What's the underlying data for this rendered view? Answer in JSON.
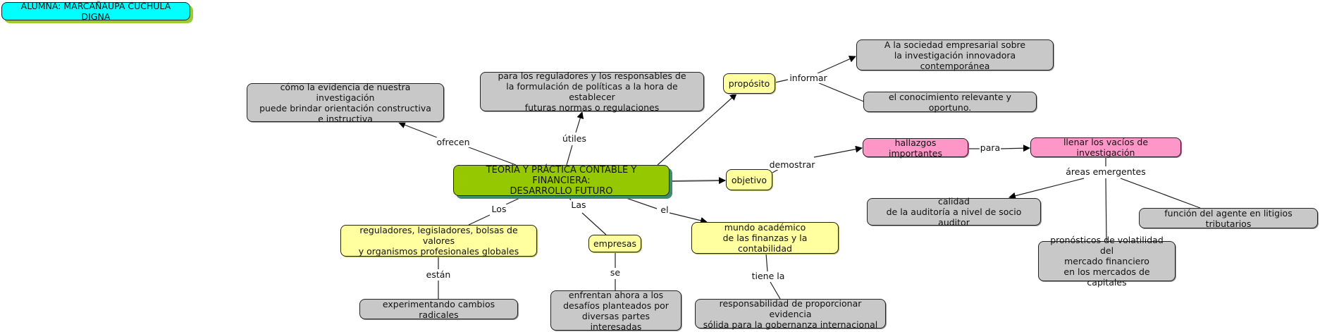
{
  "student": "ALUMNA: MARCAÑAUPA CUCHULA DIGNA",
  "colors": {
    "central": "#96c800",
    "yellow": "#ffff9f",
    "grey": "#c8c8c8",
    "pink": "#ff96c8",
    "title": "#00ffff"
  },
  "nodes": {
    "central": "TEORÍA Y PRÁCTICA CONTABLE Y FINANCIERA:\nDESARROLLO FUTURO",
    "como": "cómo la evidencia de nuestra investigación\npuede brindar orientación constructiva\ne instructiva",
    "para_reguladores": "para los reguladores y los responsables de\nla formulación de políticas a la hora de establecer\nfuturas normas o regulaciones",
    "proposito": "propósito",
    "sociedad": "A la sociedad empresarial sobre\nla investigación innovadora contemporánea",
    "conocimiento": "el conocimiento relevante y oportuno.",
    "objetivo": "objetivo",
    "hallazgos": "hallazgos importantes",
    "llenar": "llenar los vacíos de investigación",
    "calidad": "calidad\nde la auditoría a nivel de socio auditor",
    "funcion": "función del agente en litigios tributarios",
    "pronosticos": "pronósticos de volatilidad del\nmercado financiero\nen los mercados de capitales",
    "reguladores": "reguladores, legisladores, bolsas de valores\ny organismos profesionales globales",
    "empresas": "empresas",
    "mundo": "mundo académico\nde las finanzas y la contabilidad",
    "experimentando": "experimentando cambios radicales",
    "enfrentan": "enfrentan ahora a los\ndesafíos planteados por\ndiversas partes interesadas",
    "responsabilidad": "responsabilidad de proporcionar evidencia\nsólida para la gobernanza internacional"
  },
  "links": {
    "ofrecen": "ofrecen",
    "utiles": "útiles",
    "informar": "informar",
    "demostrar": "demostrar",
    "para": "para",
    "areas": "áreas emergentes",
    "los": "Los",
    "las": "Las",
    "el": "el",
    "estan": "están",
    "se": "se",
    "tiene": "tiene la"
  }
}
